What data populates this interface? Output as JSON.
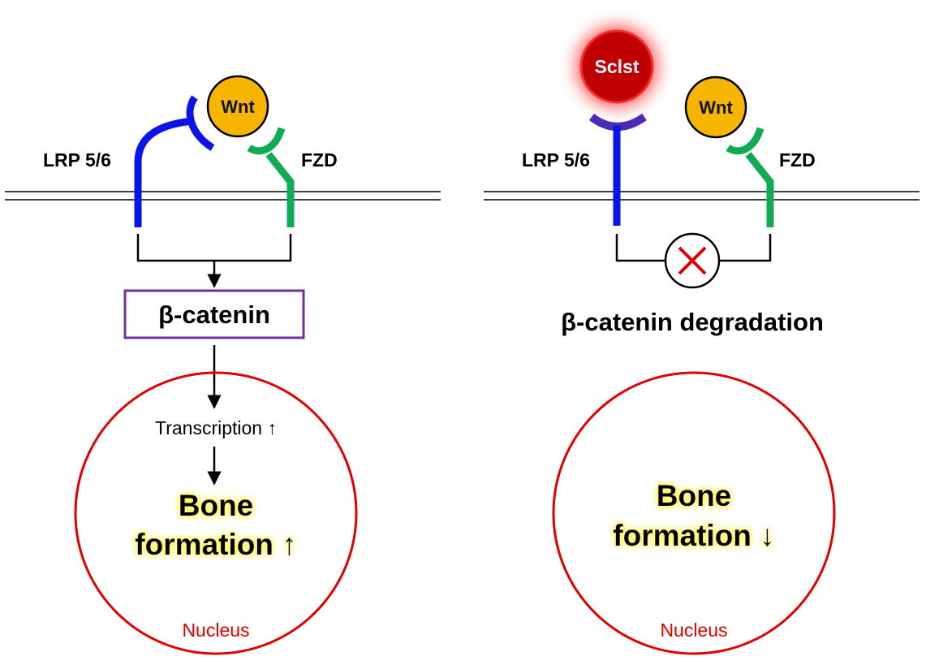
{
  "colors": {
    "lrp": "#0a14e8",
    "fzd": "#11aa55",
    "wnt": "#f7b500",
    "sclst": "#c00000",
    "sclst_glow": "#ff6060",
    "nucleus": "#e00000",
    "beta_box": "#7030a0",
    "cross": "#e00000",
    "sclst_cap": "#4b2bb5",
    "highlight": "#fff46a"
  },
  "left_panel": {
    "lrp_label": "LRP 5/6",
    "fzd_label": "FZD",
    "wnt_label": "Wnt",
    "beta_catenin_label": "β-catenin",
    "transcription_label": "Transcription ↑",
    "bone_line1": "Bone",
    "bone_line2": "formation ↑",
    "nucleus_label": "Nucleus"
  },
  "right_panel": {
    "lrp_label": "LRP 5/6",
    "fzd_label": "FZD",
    "wnt_label": "Wnt",
    "sclst_label": "Sclst",
    "beta_catenin_label": "β-catenin degradation",
    "bone_line1": "Bone",
    "bone_line2": "formation ↓",
    "nucleus_label": "Nucleus"
  }
}
